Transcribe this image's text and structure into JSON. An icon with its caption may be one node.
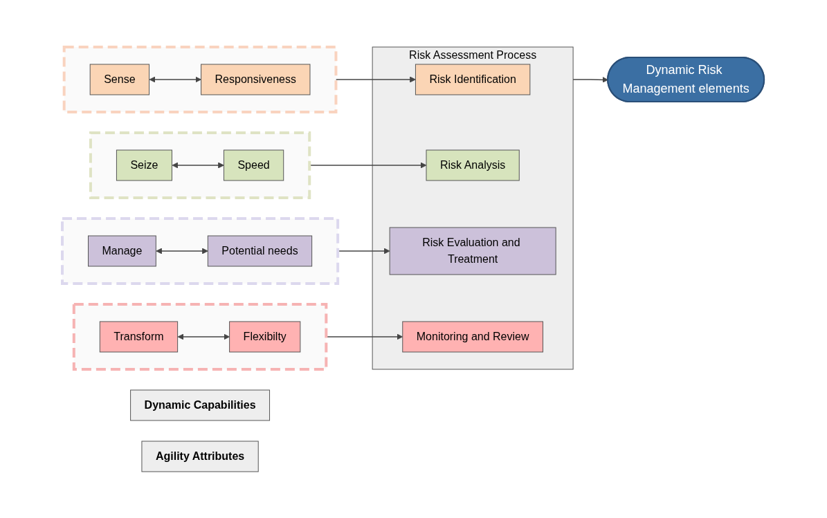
{
  "diagram": {
    "nodes": [
      {
        "text": [
          "Dynamic Capabilities"
        ]
      },
      {
        "text": [
          "Agility Attributes"
        ]
      },
      {
        "text": [
          "Risk Assessment Process"
        ]
      },
      {
        "text": [],
        "shape": "box"
      },
      {
        "text": [
          "Sense"
        ],
        "in": 3
      },
      {
        "text": [
          "Responsiveness"
        ],
        "in": 3
      },
      {
        "text": [
          "Risk Identification"
        ],
        "in": 2
      },
      {
        "text": [],
        "shape": "box"
      },
      {
        "text": [
          "Seize"
        ],
        "in": 7
      },
      {
        "text": [
          "Speed"
        ],
        "in": 7
      },
      {
        "text": [
          "Risk Analysis"
        ],
        "in": 2
      },
      {
        "text": [],
        "shape": "box"
      },
      {
        "text": [
          "Manage"
        ],
        "in": 11
      },
      {
        "text": [
          "Potential needs"
        ],
        "in": 11
      },
      {
        "text": [
          "Risk Evaluation and Treatment"
        ],
        "in": 2
      },
      {
        "text": [],
        "shape": "box"
      },
      {
        "text": [
          "Transform"
        ],
        "in": 15
      },
      {
        "text": [
          "Flexibilty"
        ],
        "in": 15
      },
      {
        "text": [
          "Monitoring and Review"
        ],
        "in": 2
      },
      {
        "text": [
          "Dynamic Risk Management elements"
        ]
      }
    ],
    "edges": [
      {
        "from": 4,
        "to": 5,
        "arrow": "both"
      },
      {
        "from": 3,
        "to": 6,
        "arrow": "to"
      },
      {
        "from": 8,
        "to": 9,
        "arrow": "both"
      },
      {
        "from": 7,
        "to": 10,
        "arrow": "to"
      },
      {
        "from": 12,
        "to": 13,
        "arrow": "both"
      },
      {
        "from": 11,
        "to": 14,
        "arrow": "to"
      },
      {
        "from": 16,
        "to": 17,
        "arrow": "both"
      },
      {
        "from": 15,
        "to": 18,
        "arrow": "to"
      },
      {
        "from": 2,
        "to": 19,
        "arrow": "to"
      }
    ]
  }
}
